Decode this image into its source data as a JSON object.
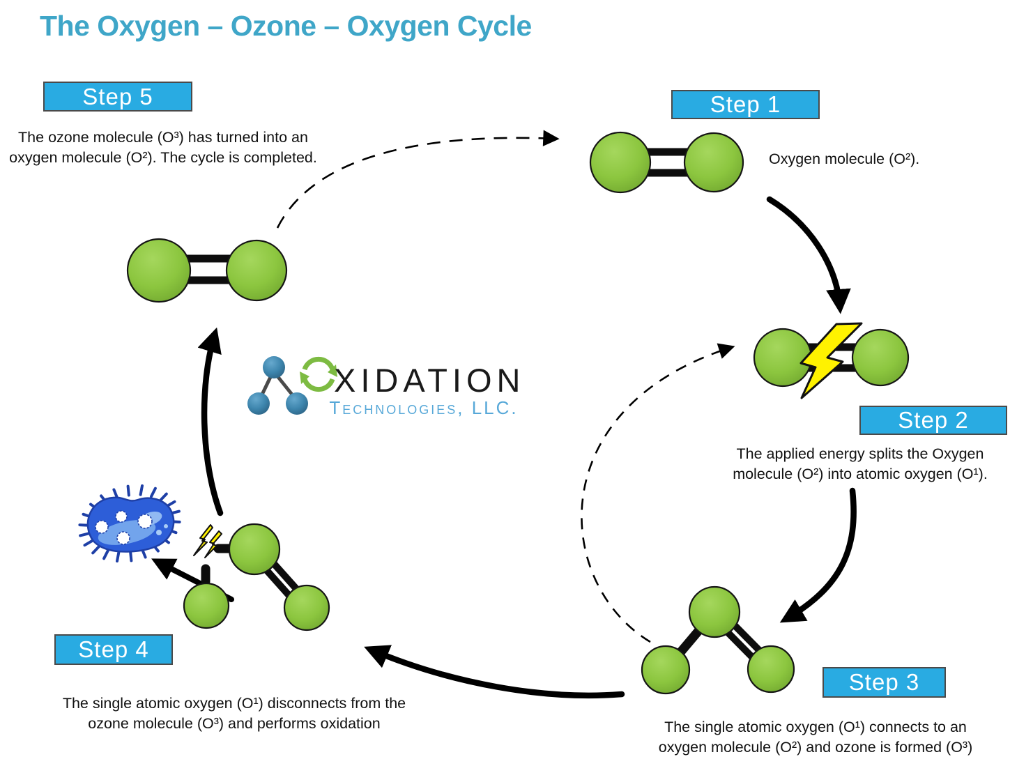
{
  "title": "The Oxygen – Ozone – Oxygen Cycle",
  "steps": [
    {
      "label": "Step 1",
      "description": "Oxygen molecule (O²)."
    },
    {
      "label": "Step 2",
      "description": "The applied energy splits the Oxygen molecule (O²) into atomic oxygen (O¹)."
    },
    {
      "label": "Step 3",
      "description": "The single atomic oxygen (O¹) connects to an oxygen molecule (O²) and ozone is formed (O³)"
    },
    {
      "label": "Step 4",
      "description": "The single atomic oxygen (O¹) disconnects from the ozone molecule (O³) and performs oxidation"
    },
    {
      "label": "Step 5",
      "description": "The ozone molecule (O³) has turned into an oxygen molecule (O²). The cycle is completed."
    }
  ],
  "logo": {
    "name": "OXIDATION",
    "word_rest": "XIDATION",
    "subtitle": "Technologies, LLC."
  },
  "icons": [
    "recycle-icon",
    "lightning-bolt-icon",
    "small-lightning-bolt-icon",
    "bacteria-icon",
    "oxygen-molecule",
    "ozone-molecule"
  ],
  "colors": {
    "title_teal": "#3FA6C8",
    "badge_blue": "#29ABE2",
    "text_dark": "#111111",
    "molecule_green": "#8CC63F",
    "bond_black": "#0d0d0d",
    "arrow_black": "#000000",
    "lightning_yellow": "#FFF200",
    "bacteria_blue": "#2D5ED8",
    "bacteria_outline": "#1E3FA6",
    "logo_atom_blue": "#3D85AD",
    "logo_green": "#7DBB42",
    "logo_text_dark": "#1A1A1A",
    "logo_text_blue": "#57A8D8"
  }
}
